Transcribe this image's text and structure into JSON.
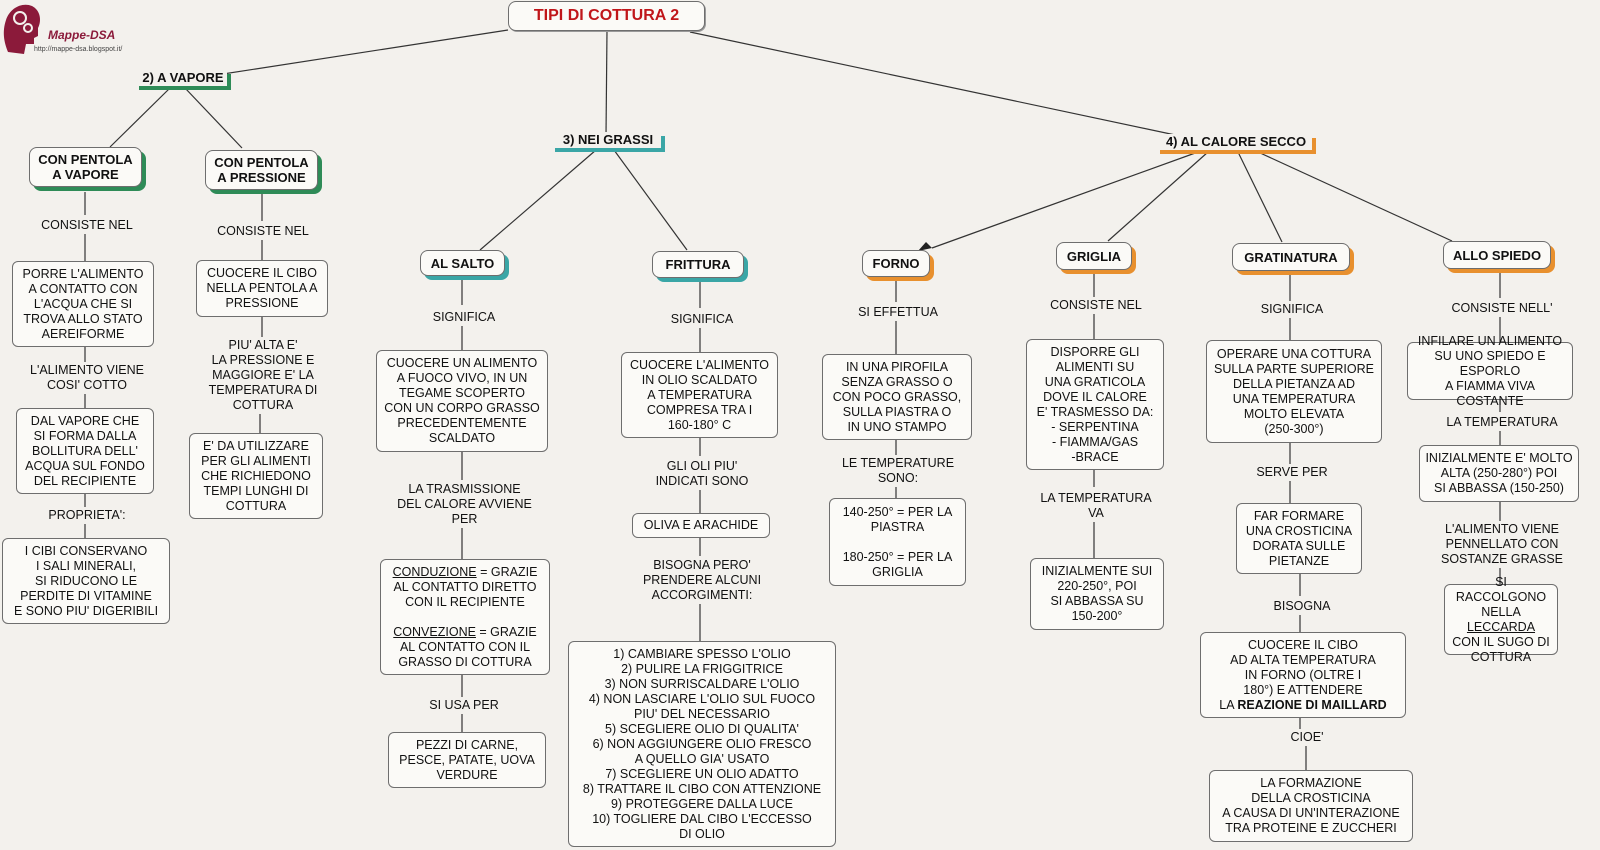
{
  "logo": {
    "name": "Mappe-DSA",
    "url": "http://mappe-dsa.blogspot.it/"
  },
  "title": "TIPI DI COTTURA 2",
  "branches": {
    "vapore": {
      "header": "2) A VAPORE",
      "pentola_vapore": {
        "title": "CON PENTOLA\nA VAPORE",
        "link1": "CONSISTE NEL",
        "box1": "PORRE L'ALIMENTO\nA CONTATTO CON\nL'ACQUA CHE SI\nTROVA ALLO STATO\nAEREIFORME",
        "link2": "L'ALIMENTO VIENE\nCOSI' COTTO",
        "box2": "DAL VAPORE CHE\nSI FORMA DALLA\nBOLLITURA DELL'\nACQUA SUL FONDO\nDEL RECIPIENTE",
        "link3": "PROPRIETA':",
        "box3": "I CIBI CONSERVANO\nI SALI MINERALI,\nSI RIDUCONO LE\nPERDITE DI VITAMINE\nE SONO PIU' DIGERIBILI"
      },
      "pentola_pressione": {
        "title": "CON PENTOLA\nA PRESSIONE",
        "link1": "CONSISTE NEL",
        "box1": "CUOCERE IL CIBO\nNELLA PENTOLA A\nPRESSIONE",
        "link2": "PIU' ALTA E'\nLA PRESSIONE E\nMAGGIORE E' LA\nTEMPERATURA DI\nCOTTURA",
        "box2": "E' DA UTILIZZARE\nPER GLI ALIMENTI\nCHE RICHIEDONO\nTEMPI LUNGHI DI\nCOTTURA"
      }
    },
    "grassi": {
      "header": "3) NEI GRASSI",
      "salto": {
        "title": "AL SALTO",
        "link1": "SIGNIFICA",
        "box1": "CUOCERE UN ALIMENTO\nA FUOCO VIVO, IN UN\nTEGAME SCOPERTO\nCON UN CORPO GRASSO\nPRECEDENTEMENTE\nSCALDATO",
        "link2": "LA TRASMISSIONE\nDEL CALORE AVVIENE\nPER",
        "conduzione_term": "CONDUZIONE",
        "conduzione_text": " = GRAZIE\nAL CONTATTO DIRETTO\nCON IL RECIPIENTE",
        "convezione_term": "CONVEZIONE",
        "convezione_text": " = GRAZIE\nAL CONTATTO CON IL\nGRASSO DI COTTURA",
        "link3": "SI USA PER",
        "box3": "PEZZI DI CARNE,\nPESCE, PATATE, UOVA\nVERDURE"
      },
      "frittura": {
        "title": "FRITTURA",
        "link1": "SIGNIFICA",
        "box1": "CUOCERE L'ALIMENTO\nIN OLIO SCALDATO\nA TEMPERATURA\nCOMPRESA TRA I\n160-180° C",
        "link2": "GLI OLI PIU'\nINDICATI SONO",
        "box2": "OLIVA E ARACHIDE",
        "link3": "BISOGNA PERO'\nPRENDERE ALCUNI\nACCORGIMENTI:",
        "box3": "1) CAMBIARE SPESSO L'OLIO\n2) PULIRE LA FRIGGITRICE\n3) NON SURRISCALDARE L'OLIO\n4) NON LASCIARE L'OLIO SUL FUOCO\nPIU' DEL NECESSARIO\n5) SCEGLIERE OLIO DI QUALITA'\n6) NON AGGIUNGERE OLIO FRESCO\nA QUELLO GIA' USATO\n7) SCEGLIERE UN OLIO ADATTO\n8) TRATTARE IL CIBO CON ATTENZIONE\n9) PROTEGGERE DALLA LUCE\n10) TOGLIERE DAL CIBO L'ECCESSO\nDI OLIO"
      }
    },
    "secco": {
      "header": "4) AL CALORE SECCO",
      "forno": {
        "title": "FORNO",
        "link1": "SI EFFETTUA",
        "box1": "IN UNA PIROFILA\nSENZA GRASSO O\nCON POCO GRASSO,\nSULLA PIASTRA O\nIN UNO STAMPO",
        "link2": "LE TEMPERATURE\nSONO:",
        "box2": "140-250° = PER LA\nPIASTRA\n\n180-250° = PER LA\nGRIGLIA"
      },
      "griglia": {
        "title": "GRIGLIA",
        "link1": "CONSISTE NEL",
        "box1": "DISPORRE GLI\nALIMENTI SU\nUNA GRATICOLA\nDOVE IL CALORE\nE' TRASMESSO DA:\n- SERPENTINA\n- FIAMMA/GAS\n-BRACE",
        "link2": "LA TEMPERATURA\nVA",
        "box2": "INIZIALMENTE SUI\n220-250°, POI\nSI ABBASSA SU\n150-200°"
      },
      "gratinatura": {
        "title": "GRATINATURA",
        "link1": "SIGNIFICA",
        "box1": "OPERARE UNA COTTURA\nSULLA PARTE SUPERIORE\nDELLA PIETANZA AD\nUNA TEMPERATURA\nMOLTO  ELEVATA\n(250-300°)",
        "link2": "SERVE PER",
        "box2": "FAR FORMARE\nUNA CROSTICINA\nDORATA SULLE\nPIETANZE",
        "link3": "BISOGNA",
        "box3_text": "CUOCERE IL CIBO\nAD ALTA TEMPERATURA\nIN FORNO (OLTRE I\n180°) E ATTENDERE\nLA ",
        "box3_bold": "REAZIONE DI MAILLARD",
        "link4": "CIOE'",
        "box4": "LA FORMAZIONE\nDELLA CROSTICINA\nA CAUSA DI UN'INTERAZIONE\nTRA PROTEINE E ZUCCHERI"
      },
      "spiedo": {
        "title": "ALLO SPIEDO",
        "link1": "CONSISTE NELL'",
        "box1": "INFILARE UN ALIMENTO\nSU UNO SPIEDO E ESPORLO\nA FIAMMA VIVA COSTANTE",
        "link2": "LA TEMPERATURA",
        "box2": "INIZIALMENTE E' MOLTO\nALTA (250-280°) POI\nSI ABBASSA (150-250)",
        "link3": "L'ALIMENTO VIENE\nPENNELLATO CON\nSOSTANZE GRASSE",
        "box3_pre": "SI RACCOLGONO\nNELLA ",
        "box3_term": "LECCARDA",
        "box3_post": "\nCON IL SUGO DI\nCOTTURA"
      }
    }
  },
  "colors": {
    "green": "#2e8b57",
    "teal": "#3aa6a6",
    "orange": "#e8902e",
    "title_red": "#c0161a"
  }
}
